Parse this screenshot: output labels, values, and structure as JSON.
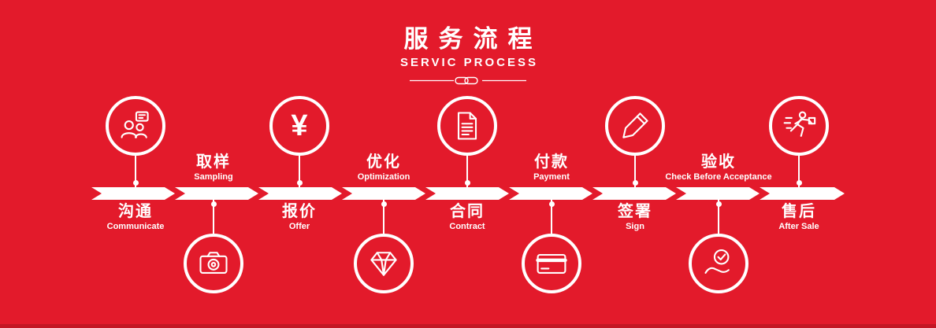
{
  "colors": {
    "background": "#e31a2b",
    "accent": "#ffffff"
  },
  "header": {
    "title": "服务流程",
    "subtitle": "SERVIC PROCESS"
  },
  "steps": [
    {
      "zh": "沟通",
      "en": "Communicate",
      "icon": "team-icon"
    },
    {
      "zh": "取样",
      "en": "Sampling",
      "icon": "camera-icon"
    },
    {
      "zh": "报价",
      "en": "Offer",
      "icon": "yen-icon",
      "icon_glyph": "¥"
    },
    {
      "zh": "优化",
      "en": "Optimization",
      "icon": "diamond-icon"
    },
    {
      "zh": "合同",
      "en": "Contract",
      "icon": "document-icon"
    },
    {
      "zh": "付款",
      "en": "Payment",
      "icon": "credit-card-icon"
    },
    {
      "zh": "签署",
      "en": "Sign",
      "icon": "pencil-icon"
    },
    {
      "zh": "验收",
      "en": "Check Before Acceptance",
      "icon": "hand-check-icon"
    },
    {
      "zh": "售后",
      "en": "After Sale",
      "icon": "courier-icon"
    }
  ]
}
